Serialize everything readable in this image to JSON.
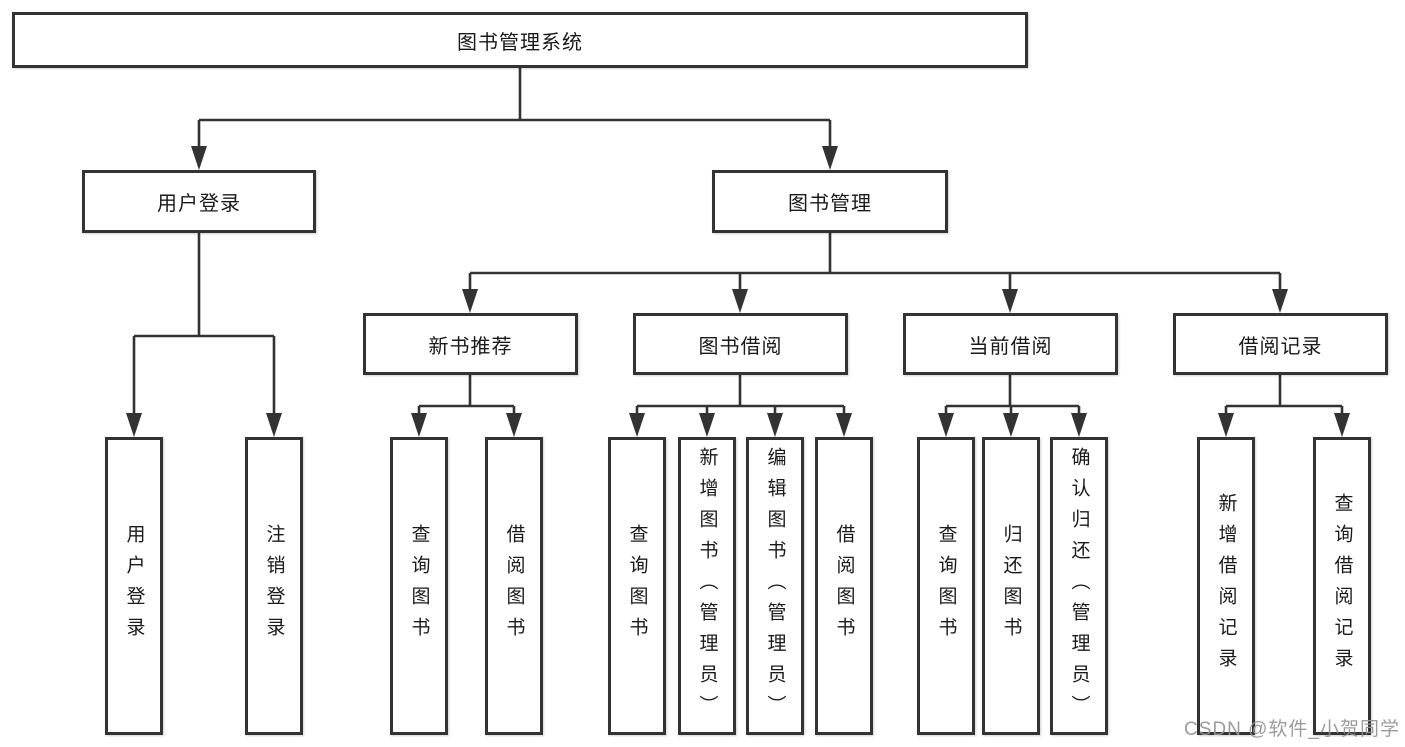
{
  "diagram": {
    "title": "图书管理系统",
    "root": {
      "label": "图书管理系统"
    },
    "level2": [
      {
        "id": "user-login",
        "label": "用户登录"
      },
      {
        "id": "book-mgmt",
        "label": "图书管理"
      }
    ],
    "level3": [
      {
        "id": "new-book-recommend",
        "label": "新书推荐",
        "parent": "图书管理"
      },
      {
        "id": "book-borrow",
        "label": "图书借阅",
        "parent": "图书管理"
      },
      {
        "id": "current-borrow",
        "label": "当前借阅",
        "parent": "图书管理"
      },
      {
        "id": "borrow-record",
        "label": "借阅记录",
        "parent": "图书管理"
      }
    ],
    "leaves": [
      {
        "id": "login",
        "label": "用户登录",
        "parent": "用户登录"
      },
      {
        "id": "logout",
        "label": "注销登录",
        "parent": "用户登录"
      },
      {
        "id": "nbr-query-book",
        "label": "查询图书",
        "parent": "新书推荐"
      },
      {
        "id": "nbr-borrow-book",
        "label": "借阅图书",
        "parent": "新书推荐"
      },
      {
        "id": "bb-query-book",
        "label": "查询图书",
        "parent": "图书借阅"
      },
      {
        "id": "bb-add-book-admin",
        "label": "新增图书（管理员）",
        "parent": "图书借阅"
      },
      {
        "id": "bb-edit-book-admin",
        "label": "编辑图书（管理员）",
        "parent": "图书借阅"
      },
      {
        "id": "bb-borrow-book",
        "label": "借阅图书",
        "parent": "图书借阅"
      },
      {
        "id": "cb-query-book",
        "label": "查询图书",
        "parent": "当前借阅"
      },
      {
        "id": "cb-return-book",
        "label": "归还图书",
        "parent": "当前借阅"
      },
      {
        "id": "cb-confirm-return-admin",
        "label": "确认归还（管理员）",
        "parent": "当前借阅"
      },
      {
        "id": "br-add-record",
        "label": "新增借阅记录",
        "parent": "借阅记录"
      },
      {
        "id": "br-query-record",
        "label": "查询借阅记录",
        "parent": "借阅记录"
      }
    ]
  },
  "watermark": {
    "text": "CSDN @软件_小贺同学",
    "color": "#949494"
  },
  "colors": {
    "line": "#333333",
    "box_border": "#333333",
    "box_fill": "#ffffff",
    "text": "#1a1a1a",
    "background": "#ffffff"
  }
}
